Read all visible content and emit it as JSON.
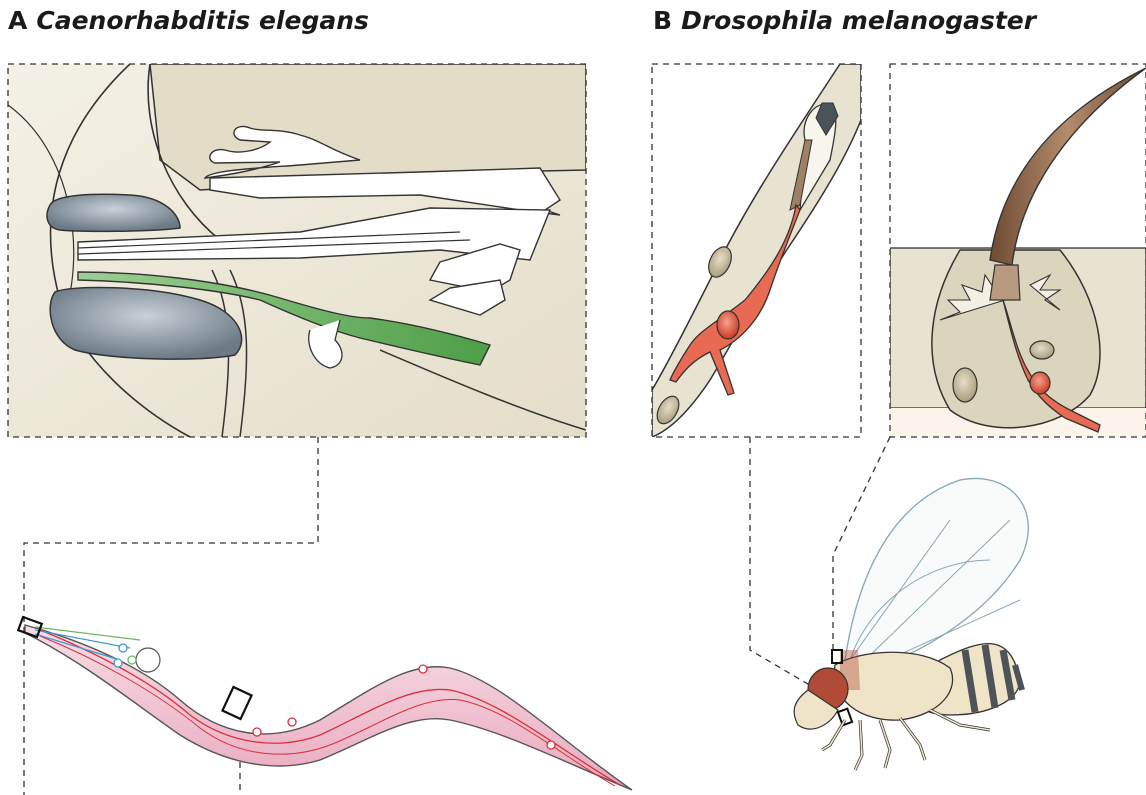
{
  "panel_a": {
    "letter": "A",
    "species": "Caenorhabditis elegans"
  },
  "panel_b": {
    "letter": "B",
    "species": "Drosophila melanogaster"
  },
  "colors": {
    "tissue": "#e8e3d1",
    "tissue_dark": "#d8d1ba",
    "outline": "#2b2b2b",
    "nucleus": "#8d9aa6",
    "sensory_neuron": "#e0533c",
    "amphid_neuron_green": "#6cb463",
    "worm_body": "#f2c9d6",
    "bristle": "#8e6a50",
    "fly_body": "#efe4c8",
    "fly_stripe": "#4d5358",
    "fly_eye": "#b14a36",
    "wing_vein": "#88a7b4"
  },
  "icons": [
    "worm",
    "fly",
    "amphid-sensilla",
    "chordotonal-organ",
    "mechanosensory-bristle"
  ]
}
